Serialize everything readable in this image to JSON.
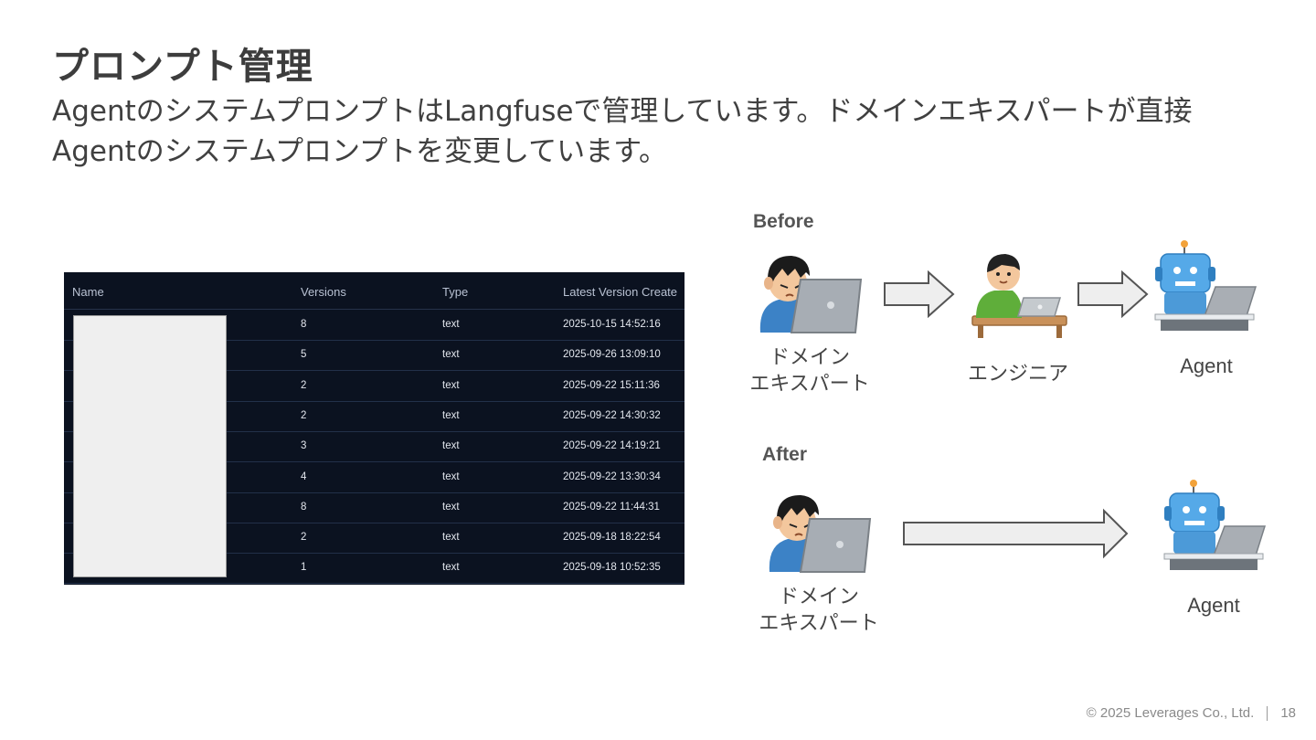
{
  "slide": {
    "title": "プロンプト管理",
    "subtitle_line1": "AgentのシステムプロンプトはLangfuseで管理しています。ドメインエキスパートが直接",
    "subtitle_line2": "Agentのシステムプロンプトを変更しています。"
  },
  "table": {
    "headers": {
      "name": "Name",
      "versions": "Versions",
      "type": "Type",
      "latest": "Latest Version Create"
    },
    "rows": [
      {
        "versions": "8",
        "type": "text",
        "latest": "2025-10-15 14:52:16"
      },
      {
        "versions": "5",
        "type": "text",
        "latest": "2025-09-26 13:09:10"
      },
      {
        "versions": "2",
        "type": "text",
        "latest": "2025-09-22 15:11:36"
      },
      {
        "versions": "2",
        "type": "text",
        "latest": "2025-09-22 14:30:32"
      },
      {
        "versions": "3",
        "type": "text",
        "latest": "2025-09-22 14:19:21"
      },
      {
        "versions": "4",
        "type": "text",
        "latest": "2025-09-22 13:30:34"
      },
      {
        "versions": "8",
        "type": "text",
        "latest": "2025-09-22 11:44:31"
      },
      {
        "versions": "2",
        "type": "text",
        "latest": "2025-09-18 18:22:54"
      },
      {
        "versions": "1",
        "type": "text",
        "latest": "2025-09-18 10:52:35"
      }
    ]
  },
  "diagram": {
    "before": {
      "label": "Before",
      "expert_line1": "ドメイン",
      "expert_line2": "エキスパート",
      "engineer": "エンジニア",
      "agent": "Agent"
    },
    "after": {
      "label": "After",
      "expert_line1": "ドメイン",
      "expert_line2": "エキスパート",
      "agent": "Agent"
    }
  },
  "footer": {
    "copyright": "© 2025 Leverages Co., Ltd.",
    "page": "18"
  }
}
